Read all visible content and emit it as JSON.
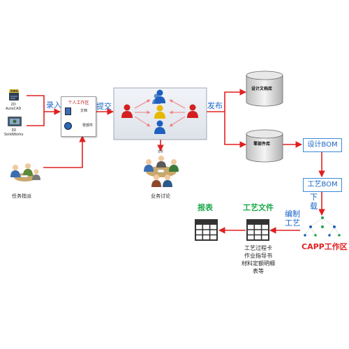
{
  "sources": {
    "dwg_badge": "DWG",
    "autocad_label": "2D\nAutoCAD",
    "solidworks_label": "3D\nSolidWorks",
    "task_label": "任务指派"
  },
  "flow_labels": {
    "input": "录入",
    "submit": "提交",
    "publish": "发布",
    "download": "下载",
    "compile": "编制工艺"
  },
  "workspace": {
    "title": "个人工作区",
    "doc_item": "文档",
    "part_item": "零部件"
  },
  "discussion": {
    "badge": "会签",
    "label": "业务讨论"
  },
  "databases": {
    "design_db": "设计文档库",
    "parts_db": "零部件库"
  },
  "boms": {
    "design_bom": "设计BOM",
    "process_bom": "工艺BOM"
  },
  "capp": {
    "label": "CAPP工作区"
  },
  "outputs": {
    "report_title": "报表",
    "process_doc_title": "工艺文件",
    "process_doc_caption": "工艺过程卡\n作业指导书\n材料定额明细\n表等"
  },
  "colors": {
    "arrow": "#e02020",
    "blue": "#1a66c8",
    "green": "#1aa84a",
    "person_red": "#d42020",
    "person_blue": "#1f5fbf",
    "person_yellow": "#e6b800"
  }
}
